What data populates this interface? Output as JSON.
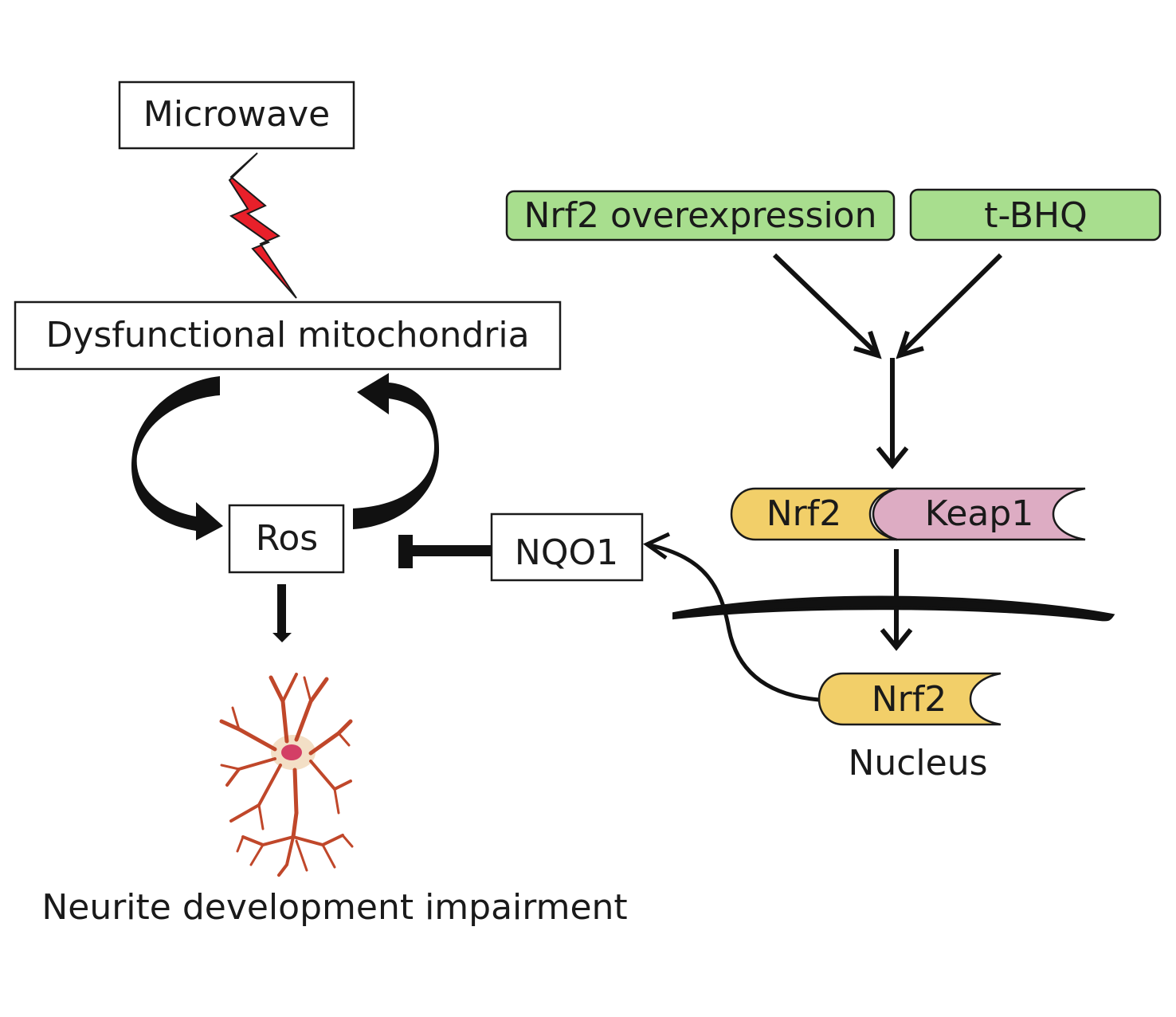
{
  "nodes": {
    "microwave": "Microwave",
    "mitochondria": "Dysfunctional mitochondria",
    "ros": "Ros",
    "nqo1": "NQO1",
    "nrf2_overexpression": "Nrf2 overexpression",
    "tbhq": "t-BHQ",
    "nrf2_cyto": "Nrf2",
    "keap1": "Keap1",
    "nrf2_nuclear": "Nrf2",
    "nucleus": "Nucleus",
    "neurite": "Neurite development impairment"
  },
  "colors": {
    "box_fill": "#ffffff",
    "box_stroke": "#1a1a1a",
    "green_box": "#a8de8e",
    "nrf2": "#f2cf69",
    "keap1": "#ddacc3",
    "bolt": "#e8202a",
    "neuron": "#c0472a",
    "nucleus_dot": "#d33f66"
  },
  "icons": {
    "stimulus": "lightning-bolt-icon",
    "neuron": "neuron-icon"
  }
}
